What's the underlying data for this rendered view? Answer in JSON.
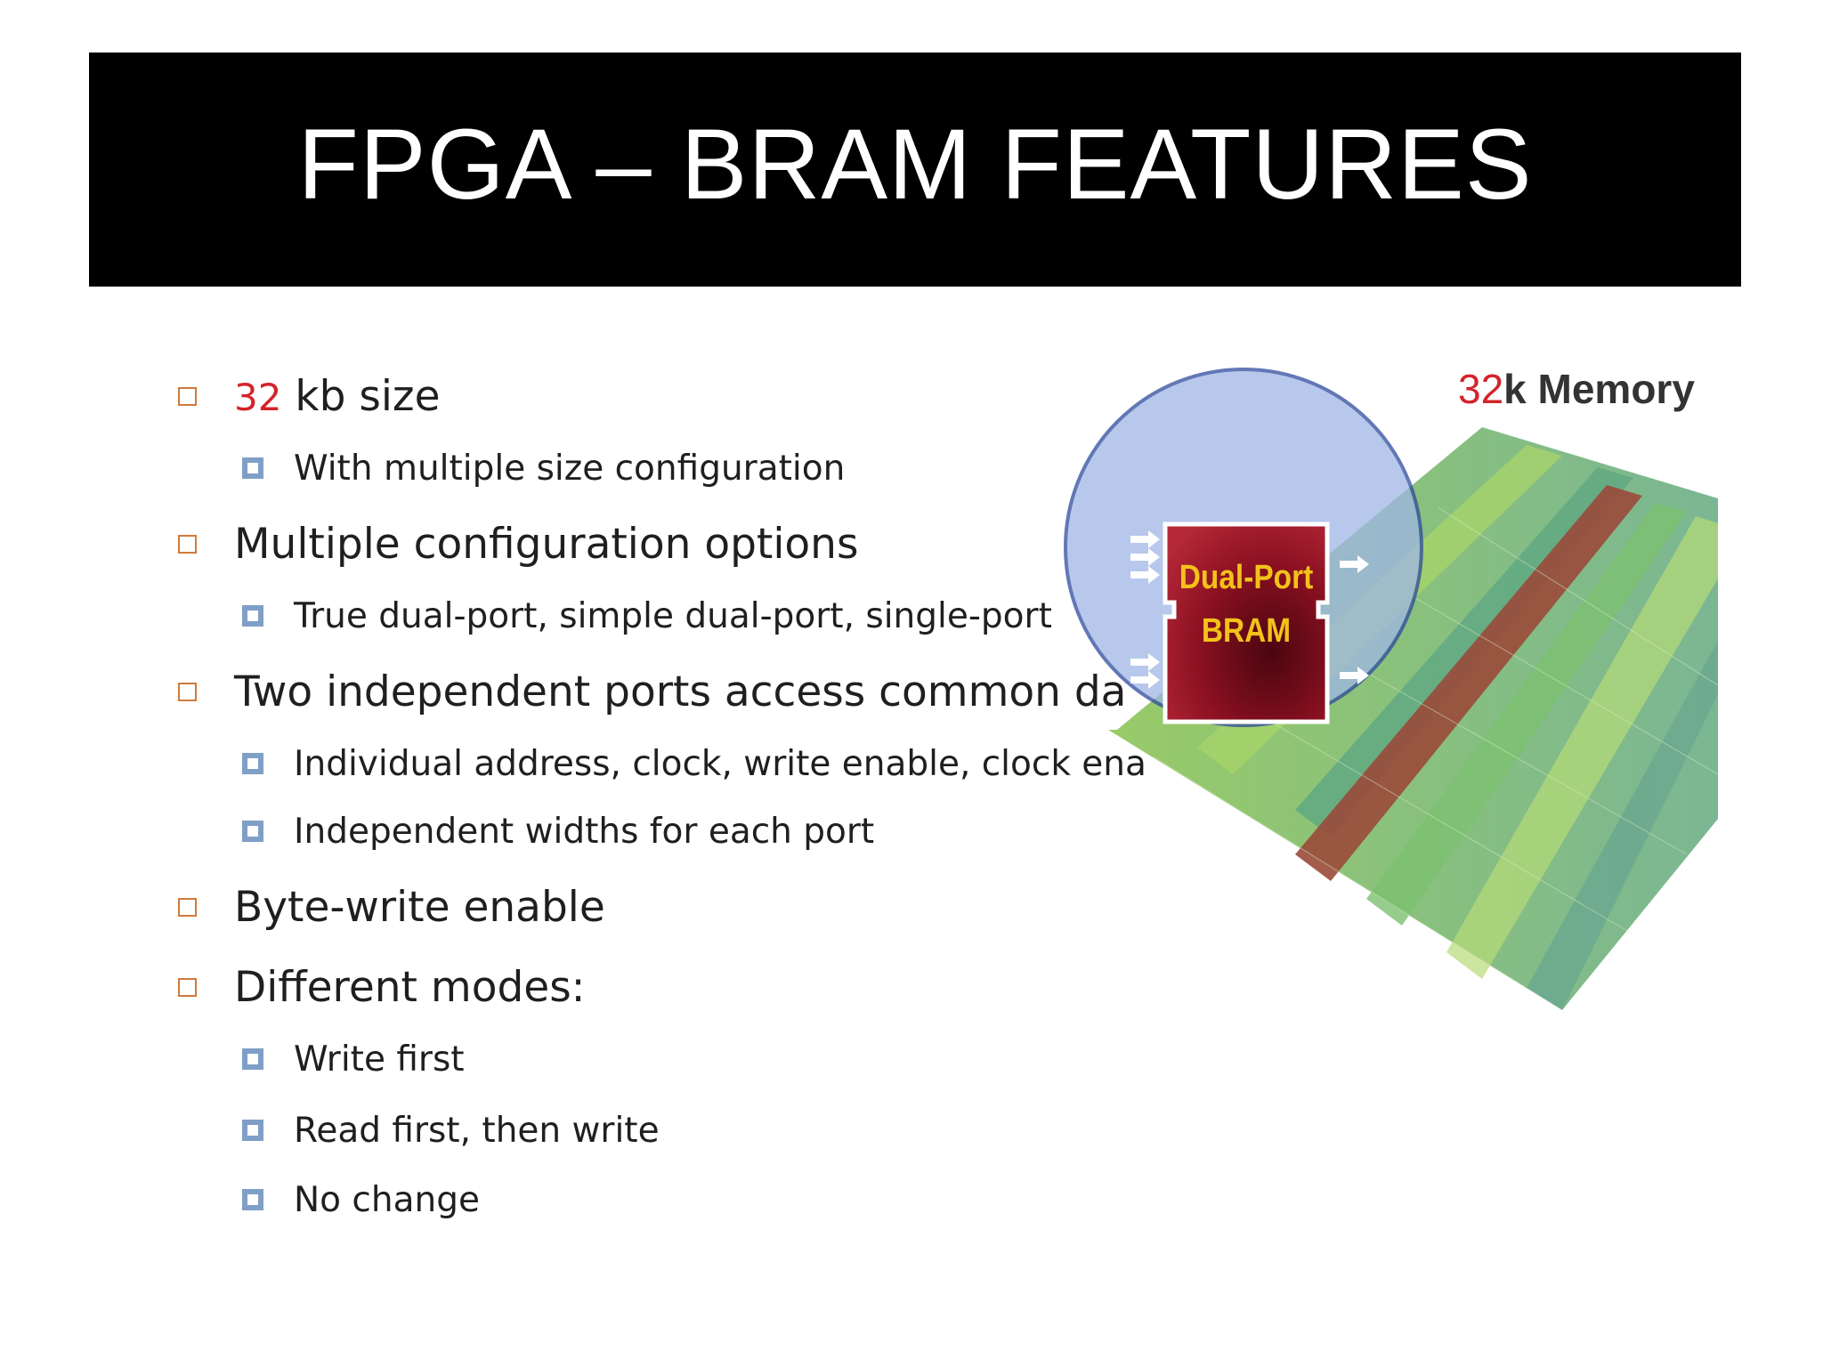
{
  "slide": {
    "title": "FPGA – BRAM FEATURES"
  },
  "bullets": [
    {
      "level": 1,
      "prefix": "32",
      "text": " kb size"
    },
    {
      "level": 2,
      "text": "With multiple size configuration"
    },
    {
      "level": 1,
      "text": "Multiple configuration options"
    },
    {
      "level": 2,
      "text": "True dual-port, simple dual-port, single-port"
    },
    {
      "level": 1,
      "text": "Two independent ports access common da"
    },
    {
      "level": 2,
      "text": "Individual address, clock, write enable, clock ena"
    },
    {
      "level": 2,
      "text": "Independent widths for each port"
    },
    {
      "level": 1,
      "text": "Byte-write enable"
    },
    {
      "level": 1,
      "text": "Different modes:"
    },
    {
      "level": 2,
      "text": "Write first"
    },
    {
      "level": 2,
      "text": "Read first, then write"
    },
    {
      "level": 2,
      "text": "No change"
    }
  ],
  "figure": {
    "memory_label_prefix": "32",
    "memory_label": "k Memory",
    "block_line1": "Dual-Port",
    "block_line2": "BRAM"
  },
  "colors": {
    "title_bg": "#000000",
    "title_fg": "#ffffff",
    "accent_red": "#d4232a",
    "level1_marker": "#d07a3a",
    "level2_marker": "#7f9fc6",
    "bram_fill": "#8a1020",
    "bram_text": "#f3c21a"
  }
}
